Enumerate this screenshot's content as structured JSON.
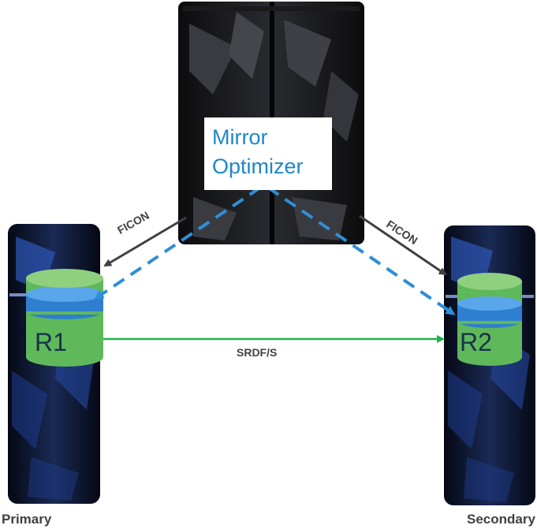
{
  "optimizer": {
    "line1": "Mirror",
    "line2": "Optimizer"
  },
  "primary": {
    "label": "Primary",
    "volume": "R1"
  },
  "secondary": {
    "label": "Secondary",
    "volume": "R2"
  },
  "links": {
    "ficon_left": "FICON",
    "ficon_right": "FICON",
    "replication": "SRDF/S"
  },
  "colors": {
    "ficon_arrow": "#404040",
    "replication_arrow": "#21b24b",
    "optimizer_dashed": "#2f8fd6",
    "cylinder_green": "#5fb85a",
    "cylinder_blue": "#2f7fd0",
    "label_text": "#1f86c8"
  },
  "icons": {
    "mainframe": "mainframe-rack-icon",
    "storage_left": "storage-array-icon",
    "storage_right": "storage-array-icon"
  }
}
